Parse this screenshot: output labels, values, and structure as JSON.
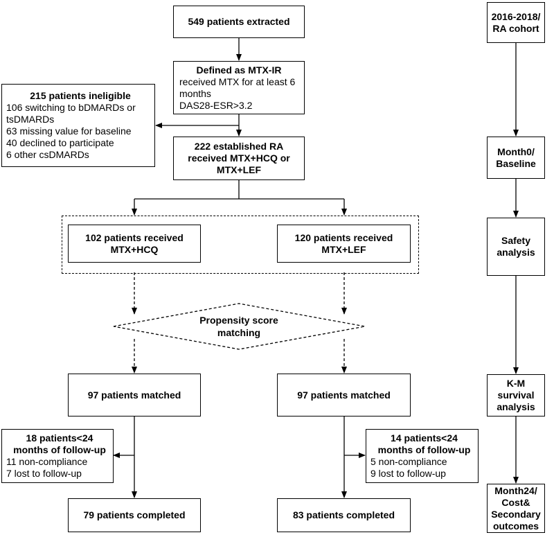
{
  "main_flow": {
    "extracted": "549 patients extracted",
    "mtx_ir": {
      "title": "Defined as MTX-IR",
      "line1": "received MTX for at least 6",
      "line2": "months",
      "line3": "DAS28-ESR>3.2"
    },
    "ineligible": {
      "title": "215 patients ineligible",
      "lines": [
        "106 switching to bDMARDs or",
        "tsDMARDs",
        "63 missing value for  baseline",
        "40 declined to participate",
        "6 other csDMARDs"
      ]
    },
    "established": {
      "line1": "222 established RA",
      "line2": "received MTX+HCQ or",
      "line3": "MTX+LEF"
    },
    "hcq_group": {
      "line1": "102 patients received",
      "line2": "MTX+HCQ"
    },
    "lef_group": {
      "line1": "120 patients received",
      "line2": "MTX+LEF"
    },
    "psm": {
      "line1": "Propensity score",
      "line2": "matching"
    },
    "matched_left": "97 patients matched",
    "matched_right": "97 patients matched",
    "lost_left": {
      "line1": "18 patients<24",
      "line2": "months of follow-up",
      "line3": "11 non-compliance",
      "line4": "7 lost to follow-up"
    },
    "lost_right": {
      "line1": "14 patients<24",
      "line2": "months of follow-up",
      "line3": "5 non-compliance",
      "line4": "9 lost to follow-up"
    },
    "completed_left": "79 patients completed",
    "completed_right": "83 patients completed"
  },
  "timeline": {
    "cohort": {
      "line1": "2016-2018/",
      "line2": "RA cohort"
    },
    "baseline": {
      "line1": "Month0/",
      "line2": "Baseline"
    },
    "safety": {
      "line1": "Safety",
      "line2": "analysis"
    },
    "km": {
      "line1": "K-M",
      "line2": "survival",
      "line3": "analysis"
    },
    "final": {
      "line1": "Month24/",
      "line2": "Cost&",
      "line3": "Secondary",
      "line4": "outcomes"
    }
  }
}
